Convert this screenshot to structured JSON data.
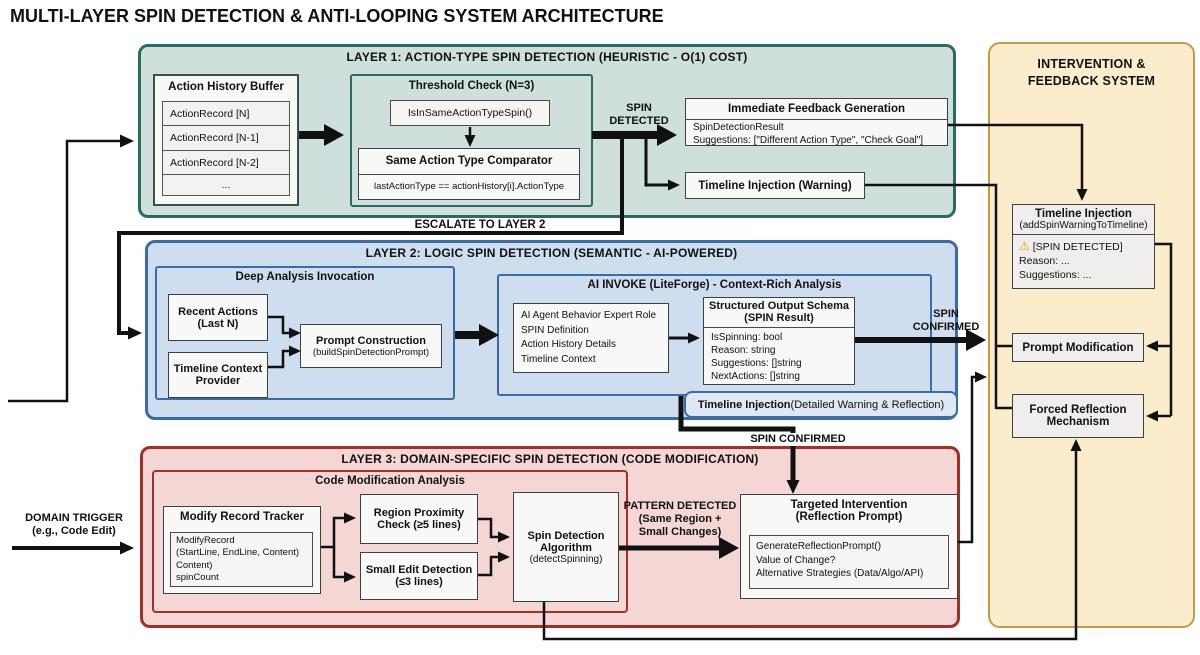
{
  "title": "MULTI-LAYER SPIN DETECTION & ANTI-LOOPING SYSTEM ARCHITECTURE",
  "colors": {
    "layer1_bg": "#cfe0dc",
    "layer1_border": "#2a6a63",
    "layer2_bg": "#cfdeee",
    "layer2_border": "#3a6ca6",
    "layer3_bg": "#f4d7d4",
    "layer3_border": "#a33027",
    "panel_bg": "#fbeccb",
    "panel_border": "#bf9d44",
    "box_bg": "#f8f8f6",
    "line": "#111111",
    "warning_icon": "#e8a000"
  },
  "layer1": {
    "header": "LAYER 1: ACTION-TYPE SPIN DETECTION (HEURISTIC - O(1) COST)",
    "action_history": {
      "title": "Action History Buffer",
      "rows": [
        "ActionRecord [N]",
        "ActionRecord [N-1]",
        "ActionRecord [N-2]",
        "..."
      ]
    },
    "threshold": {
      "title": "Threshold Check (N=3)",
      "fn": "IsInSameActionTypeSpin()",
      "comparator_title": "Same Action Type Comparator",
      "comparator_code": "lastActionType == actionHistory[i].ActionType"
    },
    "spin_detected": "SPIN\nDETECTED",
    "feedback": {
      "title": "Immediate Feedback Generation",
      "line1": "SpinDetectionResult",
      "line2": "Suggestions: [\"Different Action Type\", \"Check Goal\"]"
    },
    "timeline_warning": "Timeline Injection (Warning)",
    "escalate": "ESCALATE TO LAYER 2"
  },
  "layer2": {
    "header": "LAYER 2: LOGIC SPIN DETECTION (SEMANTIC - AI-POWERED)",
    "deep": {
      "title": "Deep Analysis Invocation",
      "recent": "Recent Actions\n(Last N)",
      "timeline_ctx": "Timeline Context\nProvider",
      "prompt_title": "Prompt Construction",
      "prompt_sub": "(buildSpinDetectionPrompt)"
    },
    "ai": {
      "title": "AI INVOKE (LiteForge) - Context-Rich Analysis",
      "context_lines": [
        "AI Agent Behavior Expert Role",
        "SPIN Definition",
        "Action History Details",
        "Timeline Context"
      ],
      "schema_title": "Structured Output Schema",
      "schema_sub": "(SPIN Result)",
      "schema_lines": [
        "IsSpinning: bool",
        "Reason: string",
        "Suggestions: []string",
        "NextActions: []string"
      ]
    },
    "spin_confirmed": "SPIN\nCONFIRMED",
    "timeline_detail_bold": "Timeline Injection",
    "timeline_detail_rest": " (Detailed Warning & Reflection)",
    "spin_confirmed2": "SPIN CONFIRMED"
  },
  "layer3": {
    "header": "LAYER 3: DOMAIN-SPECIFIC SPIN DETECTION (CODE MODIFICATION)",
    "code_mod_title": "Code Modification Analysis",
    "tracker": {
      "title": "Modify Record Tracker",
      "lines": [
        "ModifyRecord",
        "(StartLine, EndLine, Content)",
        "Content)",
        "spinCount"
      ]
    },
    "region": "Region Proximity\nCheck (≥5 lines)",
    "small_edit": "Small Edit Detection\n(≤3 lines)",
    "algo_title": "Spin Detection\nAlgorithm",
    "algo_sub": "(detectSpinning)",
    "pattern": "PATTERN DETECTED\n(Same Region +\nSmall Changes)",
    "intervention": {
      "title": "Targeted Intervention\n(Reflection Prompt)",
      "lines": [
        "GenerateReflectionPrompt()",
        "Value of Change?",
        "Alternative Strategies (Data/Algo/API)"
      ]
    },
    "domain_trigger": "DOMAIN TRIGGER\n(e.g., Code Edit)"
  },
  "panel": {
    "header": "INTERVENTION &\nFEEDBACK SYSTEM",
    "timeline": {
      "title": "Timeline Injection",
      "sub": "(addSpinWarningToTimeline)",
      "warn_icon": "⚠",
      "warn": "[SPIN DETECTED]",
      "reason": "Reason: ...",
      "suggestions": "Suggestions: ..."
    },
    "prompt_mod": "Prompt Modification",
    "forced": "Forced Reflection\nMechanism"
  }
}
